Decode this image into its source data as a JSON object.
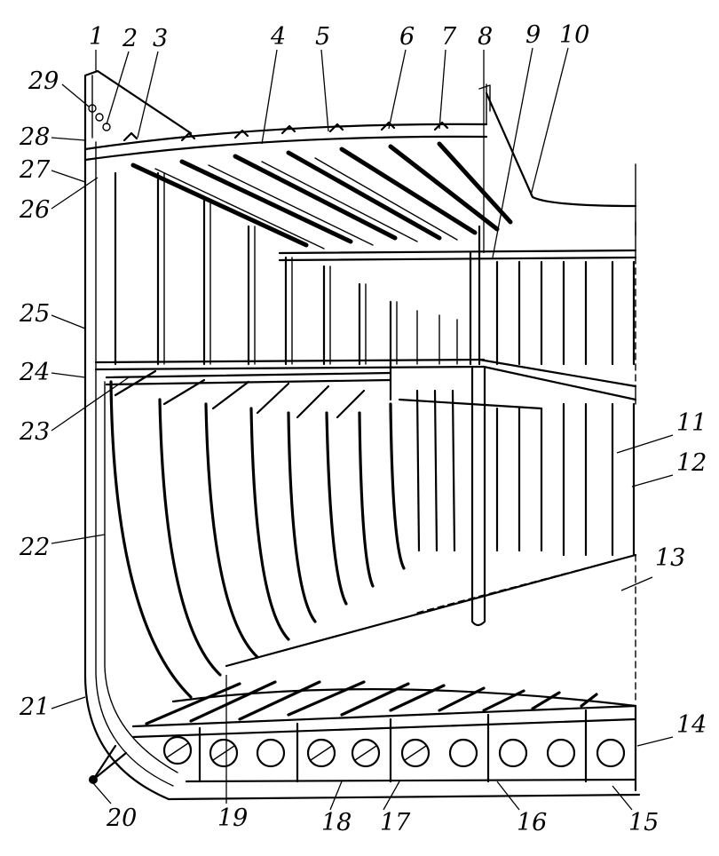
{
  "figure": {
    "callouts": [
      {
        "id": "1",
        "text": "1"
      },
      {
        "id": "2",
        "text": "2"
      },
      {
        "id": "3",
        "text": "3"
      },
      {
        "id": "4",
        "text": "4"
      },
      {
        "id": "5",
        "text": "5"
      },
      {
        "id": "6",
        "text": "6"
      },
      {
        "id": "7",
        "text": "7"
      },
      {
        "id": "8",
        "text": "8"
      },
      {
        "id": "9",
        "text": "9"
      },
      {
        "id": "10",
        "text": "10"
      },
      {
        "id": "11",
        "text": "11"
      },
      {
        "id": "12",
        "text": "12"
      },
      {
        "id": "13",
        "text": "13"
      },
      {
        "id": "14",
        "text": "14"
      },
      {
        "id": "15",
        "text": "15"
      },
      {
        "id": "16",
        "text": "16"
      },
      {
        "id": "17",
        "text": "17"
      },
      {
        "id": "18",
        "text": "18"
      },
      {
        "id": "19",
        "text": "19"
      },
      {
        "id": "20",
        "text": "20"
      },
      {
        "id": "21",
        "text": "21"
      },
      {
        "id": "22",
        "text": "22"
      },
      {
        "id": "23",
        "text": "23"
      },
      {
        "id": "24",
        "text": "24"
      },
      {
        "id": "25",
        "text": "25"
      },
      {
        "id": "26",
        "text": "26"
      },
      {
        "id": "27",
        "text": "27"
      },
      {
        "id": "28",
        "text": "28"
      },
      {
        "id": "29",
        "text": "29"
      }
    ]
  }
}
